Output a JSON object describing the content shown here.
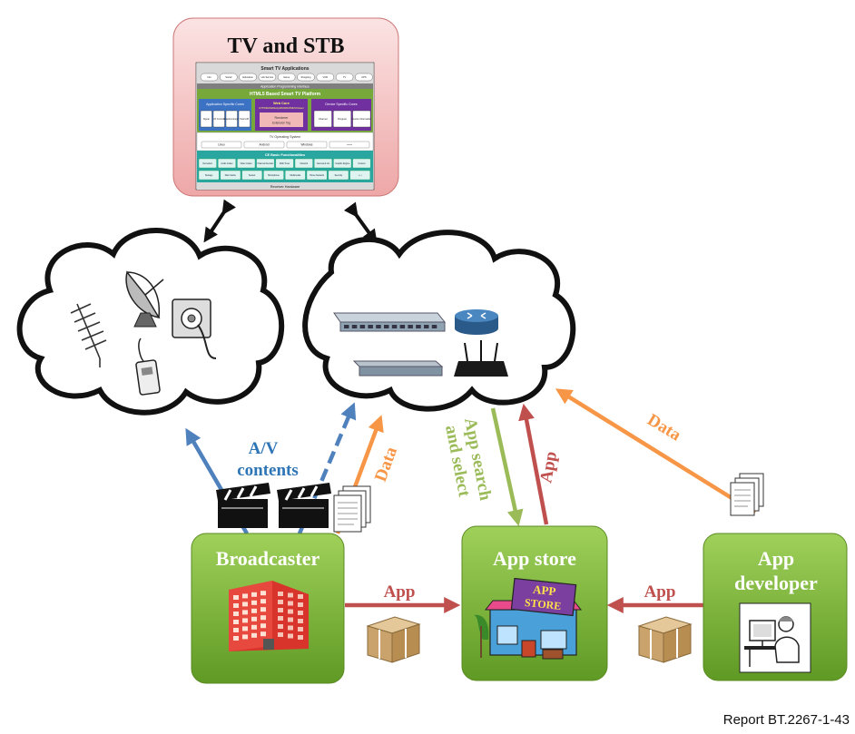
{
  "tv_box": {
    "title": "TV and STB",
    "stack_title": "Smart TV Applications",
    "apps": [
      "Info",
      "Social",
      "Education",
      "Life Service",
      "Game",
      "Shopping",
      "VOD",
      "TV",
      "CPS"
    ],
    "api_label": "Application Programming Interface",
    "platform_label": "HTML5 Based Smart TV Platform",
    "app_specific_core": "Application Specific Cores",
    "app_core_items": [
      "Signal",
      "UX Controls",
      "Graphics Engine",
      "Push API"
    ],
    "web_core": "Web Core",
    "web_core_sub": "HTTP/ECMAScript/DOM/HTML5 Parser",
    "renderer": "Renderer",
    "renderer_sub": "Extension Tag",
    "device_specific_core": "Device Specific Cores",
    "device_core_items": [
      "Channel",
      "Program",
      "Device Information"
    ],
    "os_label": "TV Operating System",
    "os_items": [
      "Linux",
      "Android",
      "Windows",
      "•  •  •"
    ],
    "hw_label": "CE Basic Functionalities",
    "hw_items_row1": [
      "Demodem",
      "Audio Codec",
      "Video Codec",
      "Channel Decoder",
      "Multi Tuner",
      "Network",
      "Camera & mic",
      "Graphic Engine",
      "Content"
    ],
    "hw_items_row2": [
      "Storage",
      "Disk Cache",
      "Sensor",
      "Microphone",
      "Multimedia",
      "Home Network",
      "Security",
      "•  •  •"
    ],
    "hw_footer": "Receiver Hardware"
  },
  "labels": {
    "av_contents_line1": "A/V",
    "av_contents_line2": "contents",
    "data_broadcaster": "Data",
    "app_search_line1": "App search",
    "app_search_line2": "and select",
    "app_up": "App",
    "data_developer": "Data",
    "app_broadcaster_store": "App",
    "app_developer_store": "App"
  },
  "boxes": {
    "broadcaster": "Broadcaster",
    "app_store": "App store",
    "app_developer_line1": "App",
    "app_developer_line2": "developer"
  },
  "store_sign": {
    "line1": "APP",
    "line2": "STORE"
  },
  "caption": "Report BT.2267-1-43",
  "colors": {
    "blue": "#4f81bd",
    "orange": "#f79646",
    "green": "#9bbb59",
    "red": "#c0504d",
    "box_green": "#7fb23b",
    "tv_pink": "#f2b8b8"
  }
}
